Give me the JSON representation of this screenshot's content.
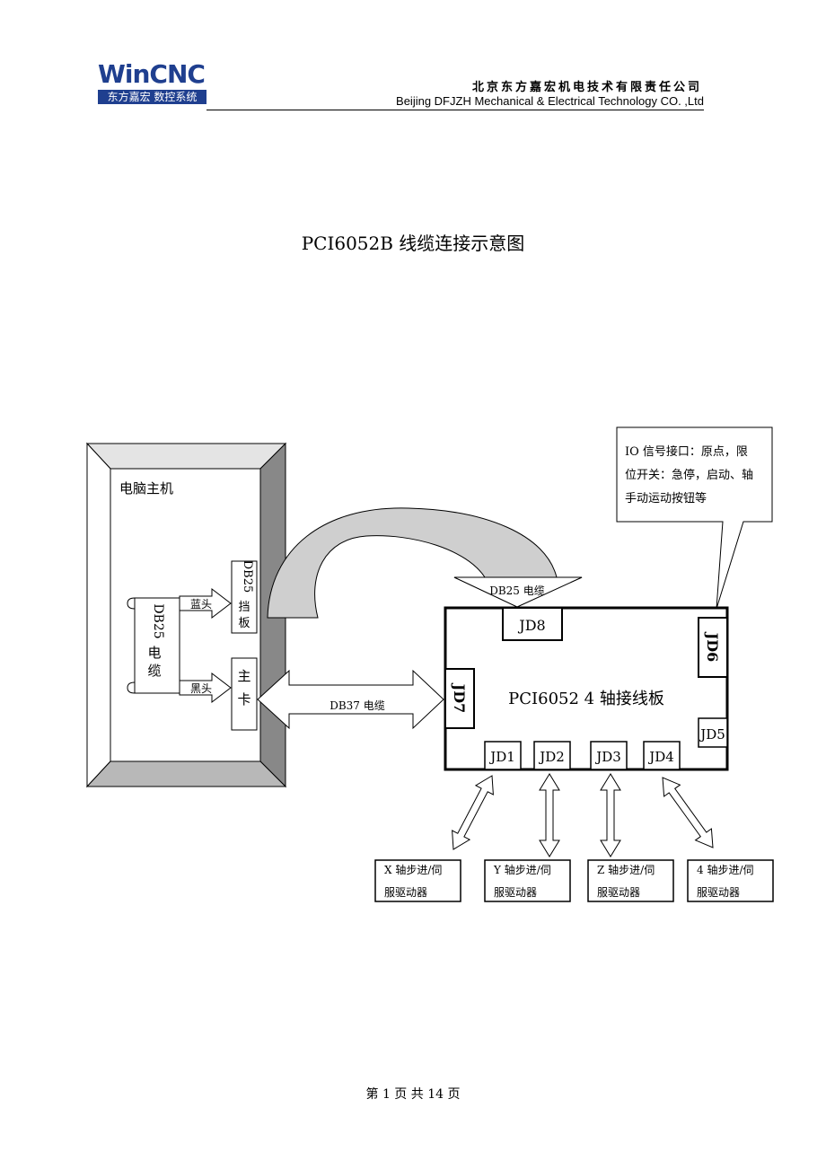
{
  "header": {
    "logo_text": "WinCNC",
    "logo_subtitle": "东方嘉宏 数控系统",
    "company_cn": "北京东方嘉宏机电技术有限责任公司",
    "company_en": "Beijing DFJZH Mechanical & Electrical Technology CO. ,Ltd"
  },
  "title": "PCI6052B 线缆连接示意图",
  "diagram": {
    "pc_label": "电脑主机",
    "db25_panel": [
      "DB25",
      "挡",
      "板"
    ],
    "main_card": [
      "主",
      "卡"
    ],
    "blue_head": "蓝头",
    "black_head": "黑头",
    "db25_cable_vertical": [
      "DB25",
      "电",
      "缆"
    ],
    "db25_cable": "DB25 电缆",
    "db37_cable": "DB37 电缆",
    "board_label": "PCI6052 4 轴接线板",
    "ports": {
      "jd1": "JD1",
      "jd2": "JD2",
      "jd3": "JD3",
      "jd4": "JD4",
      "jd5": "JD5",
      "jd6": "JD6",
      "jd7": "JD7",
      "jd8": "JD8"
    },
    "io_note": [
      "IO 信号接口：原点，限",
      "位开关：急停，启动、轴",
      "手动运动按钮等"
    ],
    "drivers": [
      [
        "X 轴步进/伺",
        "服驱动器"
      ],
      [
        "Y 轴步进/伺",
        "服驱动器"
      ],
      [
        "Z 轴步进/伺",
        "服驱动器"
      ],
      [
        "4 轴步进/伺",
        "服驱动器"
      ]
    ]
  },
  "footer": "第 1 页 共 14 页"
}
